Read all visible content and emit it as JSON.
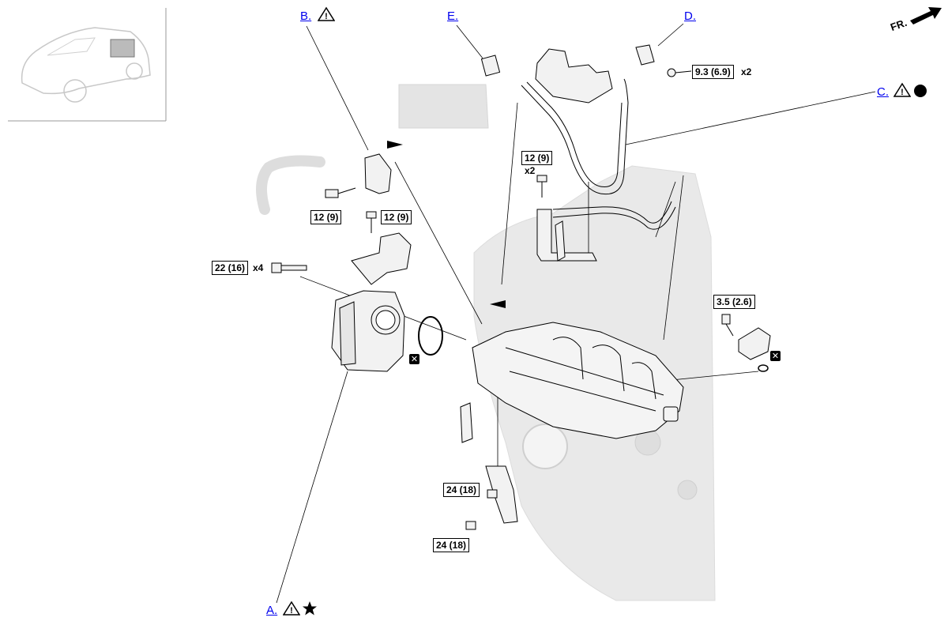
{
  "callouts": {
    "a": "A.",
    "b": "B.",
    "c": "C.",
    "d": "D.",
    "e": "E."
  },
  "torques": {
    "fuel_rail_bolt": "9.3 (6.9)",
    "fuel_rail_bolt_qty": "x2",
    "bracket_bolt_top": "12 (9)",
    "bracket_bolt_top_qty": "x2",
    "sensor_bracket_bolt_left": "12 (9)",
    "sensor_bracket_bolt_right": "12 (9)",
    "throttle_body_bolt": "22 (16)",
    "throttle_body_bolt_qty": "x4",
    "map_sensor_bolt": "3.5 (2.6)",
    "lower_bracket_bolt_1": "24 (18)",
    "lower_bracket_bolt_2": "24 (18)"
  },
  "direction": "FR.",
  "colors": {
    "link": "#0000ee",
    "line": "#000000",
    "engine_ghost": "#e6e6e6",
    "part_fill": "#f2f2f2"
  },
  "icons": {
    "warning": "warning-triangle-icon",
    "star": "star-icon",
    "circle": "filled-circle-icon",
    "replace": "replace-x-icon",
    "arrow": "front-arrow-icon"
  }
}
